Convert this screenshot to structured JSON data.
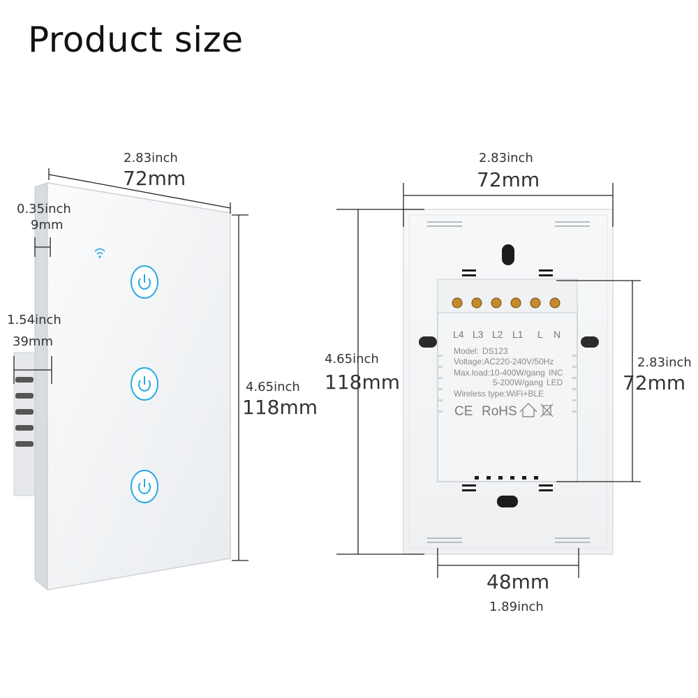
{
  "title": "Product size",
  "side_view": {
    "width": {
      "inch": "2.83inch",
      "mm": "72mm"
    },
    "thickness": {
      "inch": "0.35inch",
      "mm": "9mm"
    },
    "box_depth": {
      "inch": "1.54inch",
      "mm": "39mm"
    },
    "height": {
      "inch": "4.65inch",
      "mm": "118mm"
    },
    "touch_buttons": 3
  },
  "back_view": {
    "width": {
      "inch": "2.83inch",
      "mm": "72mm"
    },
    "height": {
      "inch": "4.65inch",
      "mm": "118mm"
    },
    "mount_spacing": {
      "inch": "2.83inch",
      "mm": "72mm"
    },
    "box_width": {
      "mm": "48mm",
      "inch": "1.89inch"
    },
    "terminals": [
      "L4",
      "L3",
      "L2",
      "L1",
      "L",
      "N"
    ],
    "label": {
      "model": "Model:",
      "model_value": "DS123",
      "voltage": "Voltage:AC220-240V/50Hz",
      "max_load_1": "Max.load:10-400W/gang",
      "max_load_1_type": "INC",
      "max_load_2": "5-200W/gang",
      "max_load_2_type": "LED",
      "wireless": "Wireless type:WiFi+BLE",
      "cert_ce": "CE",
      "cert_rohs": "RoHS"
    }
  },
  "colors": {
    "panel": "#f4f5f7",
    "panel_edge": "#dcdfe3",
    "button_blue": "#29a8e0",
    "wifi_blue": "#29a8e0"
  },
  "icons": [
    "wifi-icon",
    "power-icon",
    "home-icon",
    "recycle-bin-icon"
  ]
}
